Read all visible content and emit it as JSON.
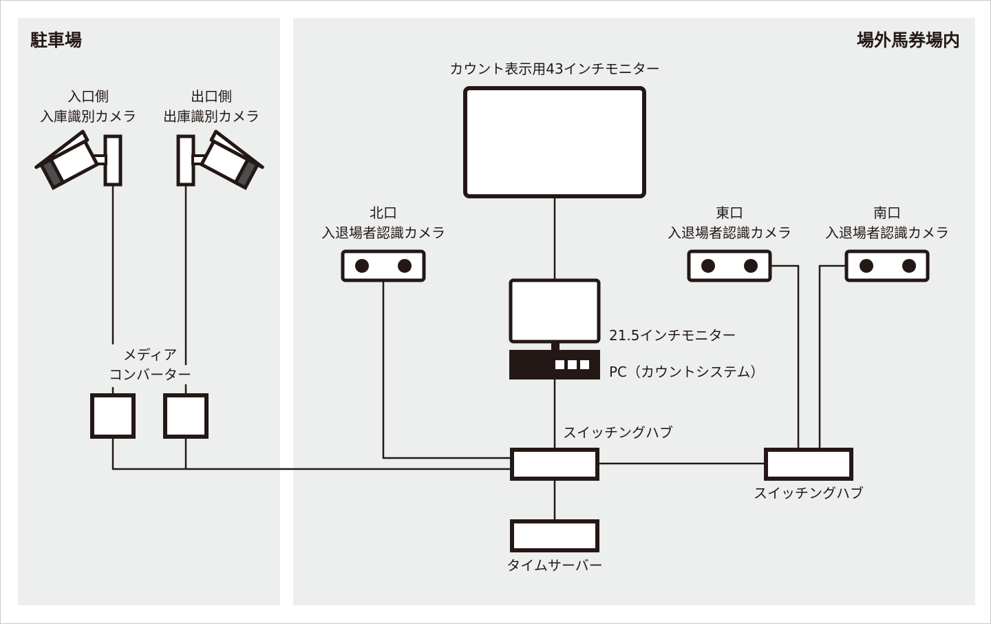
{
  "regions": {
    "parking": {
      "title": "駐車場"
    },
    "venue": {
      "title": "場外馬券場内"
    }
  },
  "devices": {
    "entry_camera": {
      "line1": "入口側",
      "line2": "入庫識別カメラ",
      "icon": "cctv-camera-icon"
    },
    "exit_camera": {
      "line1": "出口側",
      "line2": "出庫識別カメラ",
      "icon": "cctv-camera-icon"
    },
    "media_converter": {
      "line1": "メディア",
      "line2": "コンバーター",
      "count": 2
    },
    "count_monitor": {
      "label": "カウント表示用43インチモニター",
      "icon": "monitor-icon"
    },
    "north_camera": {
      "line1": "北口",
      "line2": "入退場者認識カメラ",
      "icon": "stereo-camera-icon"
    },
    "east_camera": {
      "line1": "東口",
      "line2": "入退場者認識カメラ",
      "icon": "stereo-camera-icon"
    },
    "south_camera": {
      "line1": "南口",
      "line2": "入退場者認識カメラ",
      "icon": "stereo-camera-icon"
    },
    "small_monitor": {
      "label": "21.5インチモニター",
      "icon": "monitor-icon"
    },
    "pc": {
      "label": "PC（カウントシステム）",
      "icon": "desktop-pc-icon"
    },
    "main_hub": {
      "label": "スイッチングハブ"
    },
    "sub_hub": {
      "label": "スイッチングハブ"
    },
    "time_server": {
      "label": "タイムサーバー"
    }
  },
  "connections": [
    {
      "from": "entry_camera",
      "to": "media_converter"
    },
    {
      "from": "exit_camera",
      "to": "media_converter"
    },
    {
      "from": "media_converter",
      "to": "main_hub"
    },
    {
      "from": "north_camera",
      "to": "main_hub"
    },
    {
      "from": "count_monitor",
      "to": "pc"
    },
    {
      "from": "pc",
      "to": "main_hub"
    },
    {
      "from": "main_hub",
      "to": "time_server"
    },
    {
      "from": "main_hub",
      "to": "sub_hub"
    },
    {
      "from": "east_camera",
      "to": "sub_hub"
    },
    {
      "from": "south_camera",
      "to": "sub_hub"
    }
  ],
  "colors": {
    "ink": "#231815",
    "panel_bg": "#edeeee",
    "device_fill": "#ffffff",
    "camera_lens": "#4d4d4d"
  }
}
